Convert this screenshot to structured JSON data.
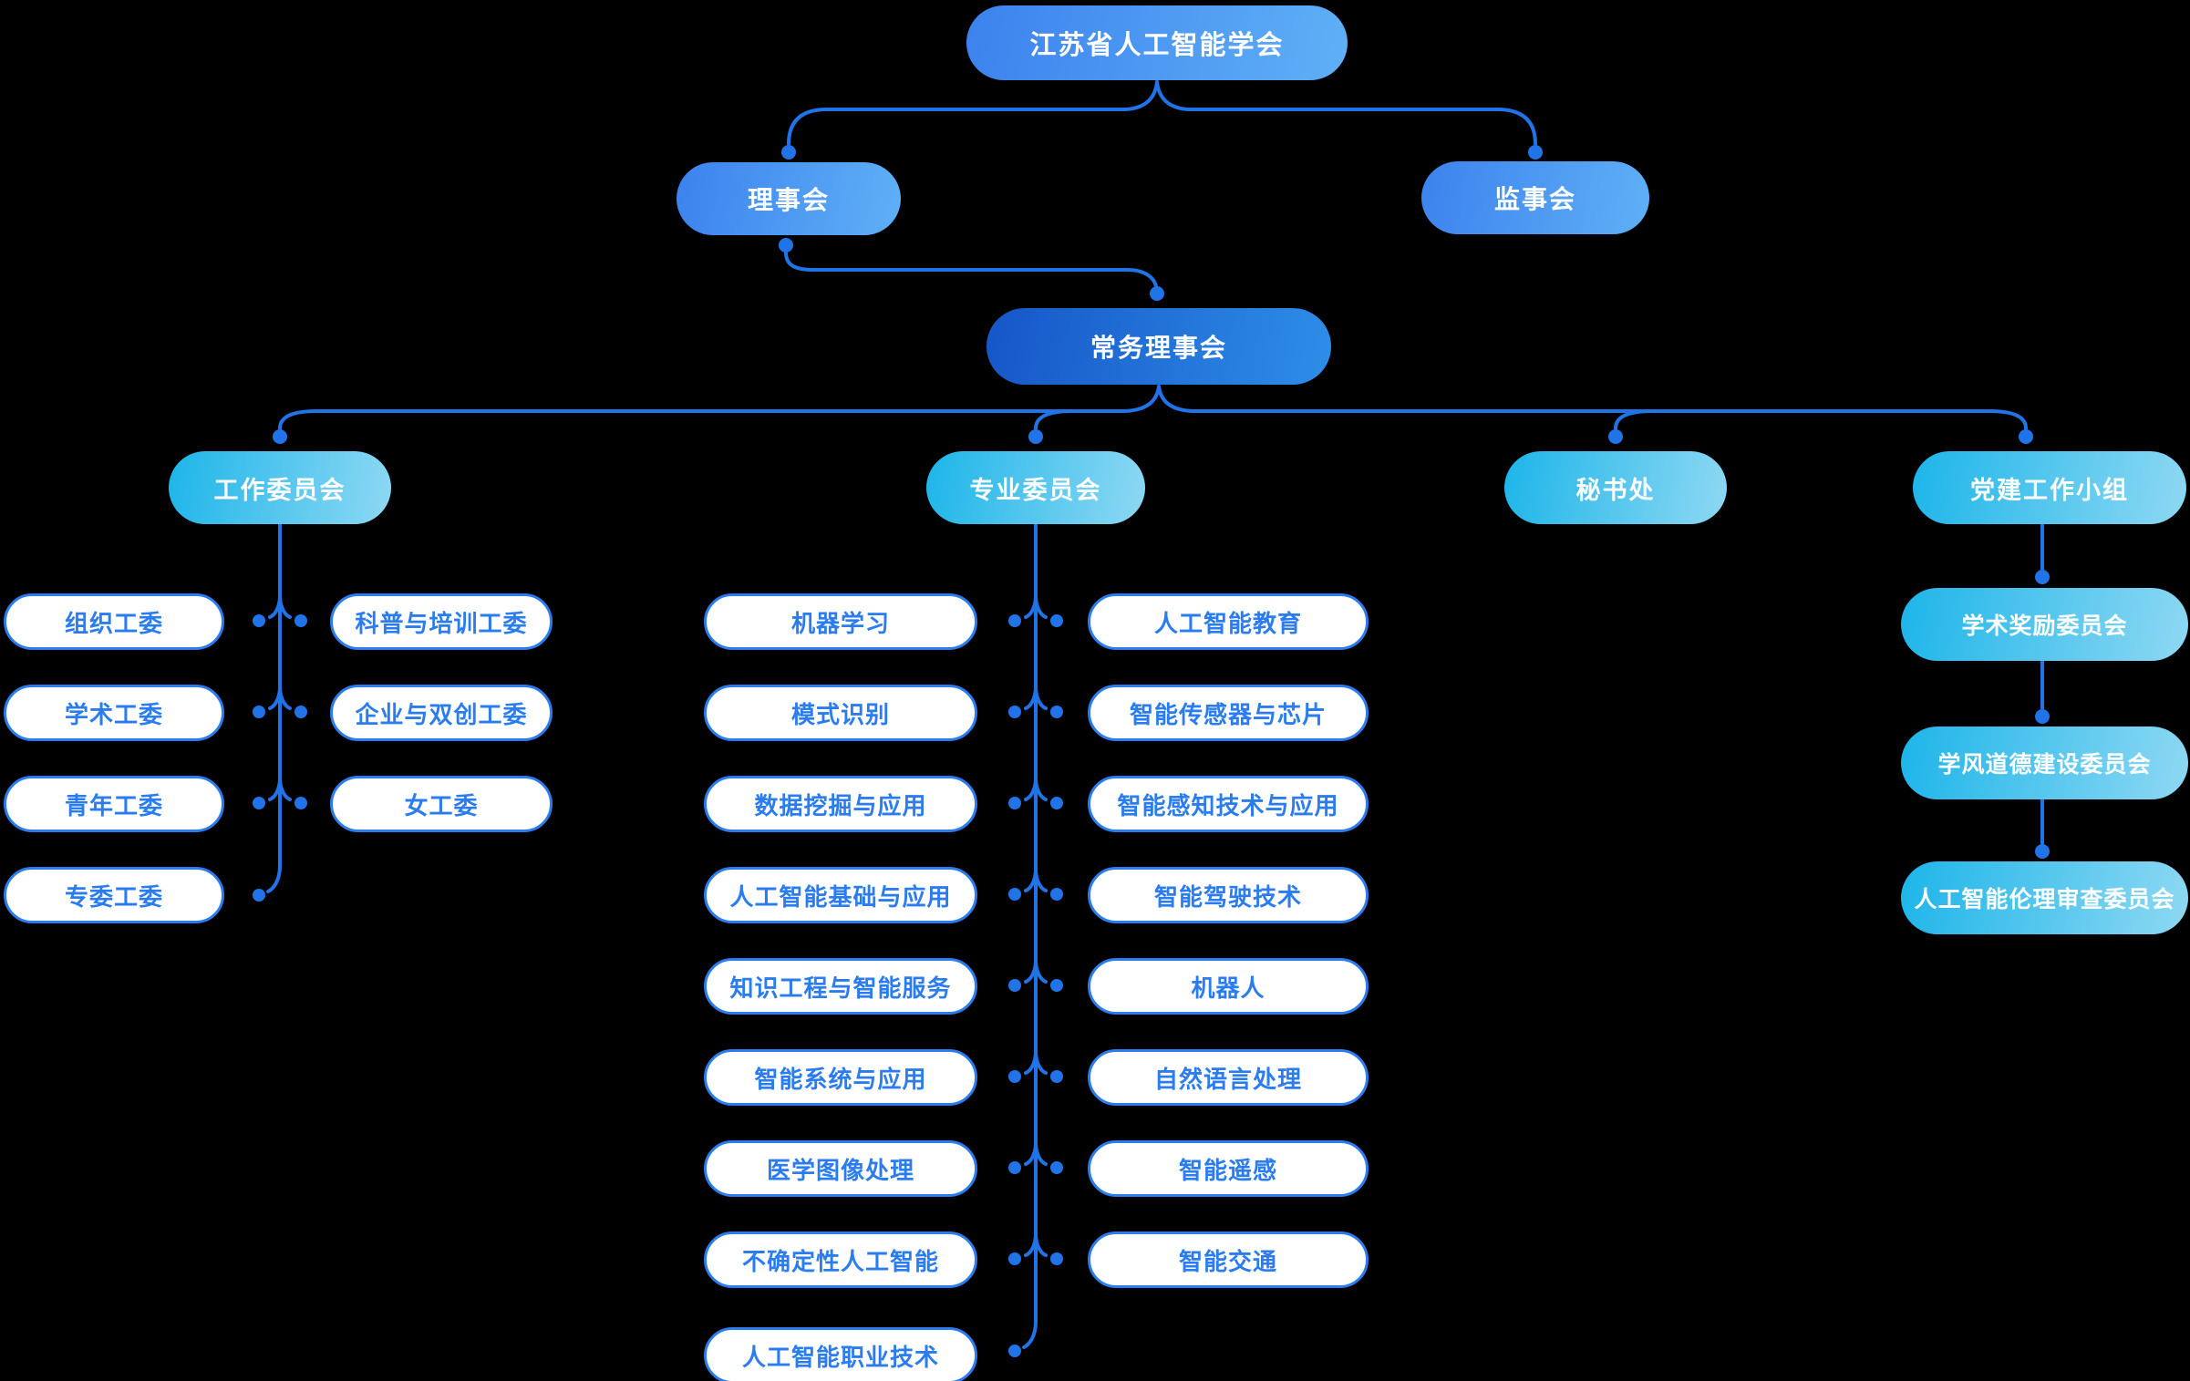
{
  "tree": {
    "root": {
      "label": "江苏省人工智能学会"
    },
    "level2": [
      {
        "label": "理事会"
      },
      {
        "label": "监事会"
      }
    ],
    "standing_council": {
      "label": "常务理事会"
    },
    "branches": [
      {
        "label": "工作委员会",
        "children": [
          "组织工委",
          "科普与培训工委",
          "学术工委",
          "企业与双创工委",
          "青年工委",
          "女工委",
          "专委工委"
        ]
      },
      {
        "label": "专业委员会",
        "children": [
          "机器学习",
          "人工智能教育",
          "模式识别",
          "智能传感器与芯片",
          "数据挖掘与应用",
          "智能感知技术与应用",
          "人工智能基础与应用",
          "智能驾驶技术",
          "知识工程与智能服务",
          "机器人",
          "智能系统与应用",
          "自然语言处理",
          "医学图像处理",
          "智能遥感",
          "不确定性人工智能",
          "智能交通",
          "人工智能职业技术"
        ]
      },
      {
        "label": "秘书处",
        "children": []
      },
      {
        "label": "党建工作小组",
        "children": [
          "学术奖励委员会",
          "学风道德建设委员会",
          "人工智能伦理审查委员会"
        ]
      }
    ]
  },
  "colors": {
    "background": "#000000",
    "connector": "#2173E8",
    "node_text": "#FFFFFF",
    "leaf_border": "#2B7CEF",
    "leaf_text": "#2B7CEF",
    "gradient_medium": [
      "#3C82EE",
      "#5FB0F6"
    ],
    "gradient_dark": [
      "#1656C8",
      "#2E8EE8"
    ],
    "gradient_cyan": [
      "#1DB5E9",
      "#8ED8F3"
    ]
  }
}
